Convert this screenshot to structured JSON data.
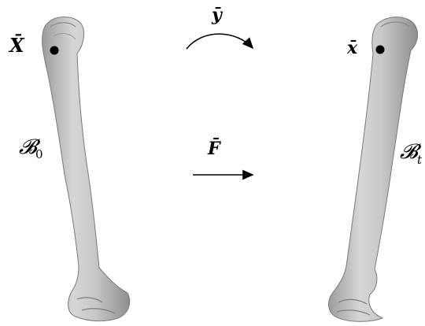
{
  "labels": {
    "ref_point": "X̄",
    "cur_point": "x̄",
    "ref_body": "𝓑",
    "ref_body_sub": "0",
    "cur_body": "𝓑",
    "cur_body_sub": "t",
    "map_label": "ȳ",
    "grad_label": "F̄"
  },
  "icons": {
    "left": "bone-reference-icon",
    "right": "bone-deformed-icon",
    "curved_arrow": "curved-arrow-icon",
    "straight_arrow": "straight-arrow-icon"
  }
}
